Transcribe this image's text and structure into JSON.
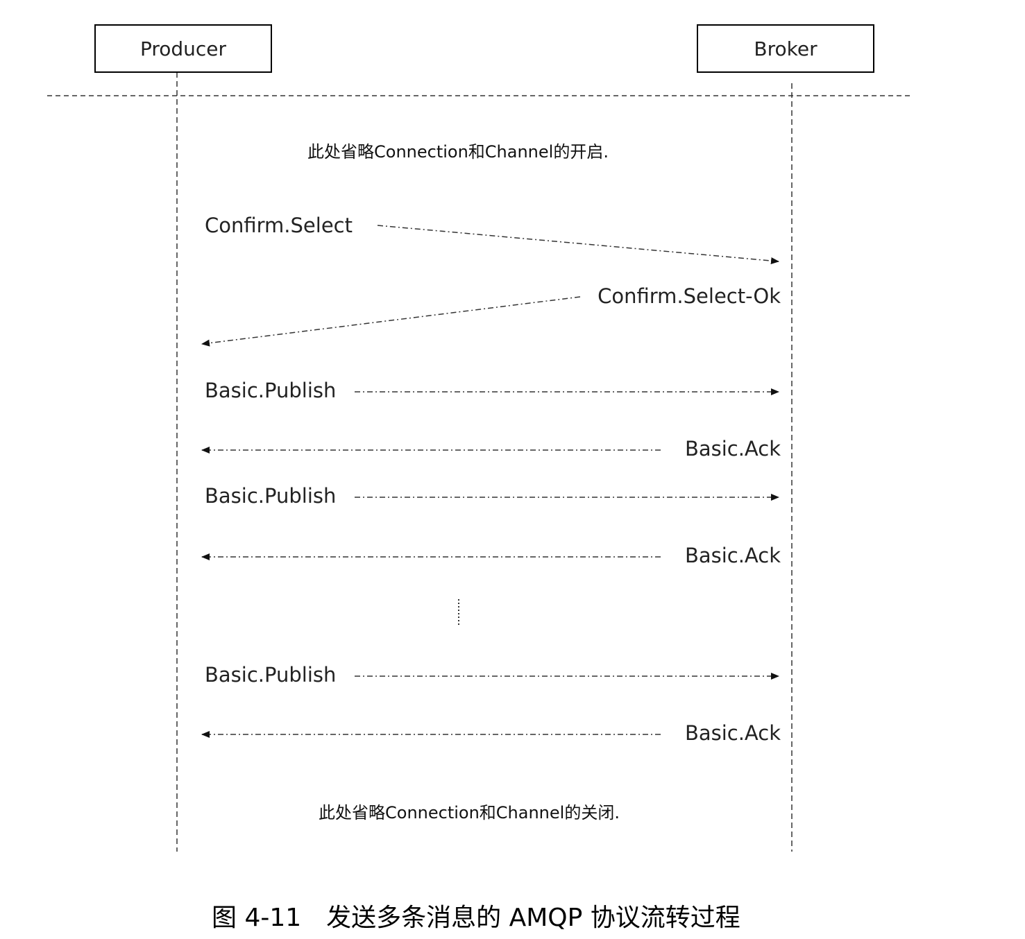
{
  "participants": {
    "producer": "Producer",
    "broker": "Broker"
  },
  "notes": {
    "open": "此处省略Connection和Channel的开启.",
    "close": "此处省略Connection和Channel的关闭."
  },
  "messages": [
    {
      "label": "Confirm.Select",
      "direction": "to-broker"
    },
    {
      "label": "Confirm.Select-Ok",
      "direction": "to-producer"
    },
    {
      "label": "Basic.Publish",
      "direction": "to-broker"
    },
    {
      "label": "Basic.Ack",
      "direction": "to-producer"
    },
    {
      "label": "Basic.Publish",
      "direction": "to-broker"
    },
    {
      "label": "Basic.Ack",
      "direction": "to-producer"
    },
    {
      "label": "Basic.Publish",
      "direction": "to-broker"
    },
    {
      "label": "Basic.Ack",
      "direction": "to-producer"
    }
  ],
  "caption": "图 4-11　发送多条消息的 AMQP 协议流转过程"
}
